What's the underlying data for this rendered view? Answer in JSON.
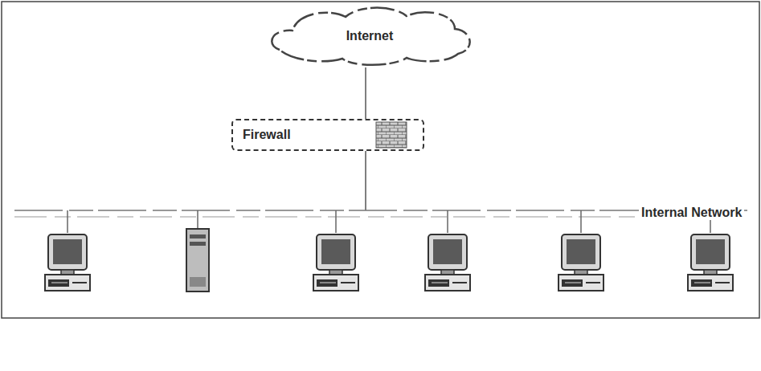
{
  "diagram": {
    "nodes": [
      {
        "text": [
          "Internet"
        ]
      },
      {
        "text": [
          "Firewall"
        ]
      }
    ],
    "edges": [
      {
        "from": 0,
        "to": 1,
        "arrow": "none"
      }
    ],
    "labels": [
      "Internal Network"
    ]
  }
}
